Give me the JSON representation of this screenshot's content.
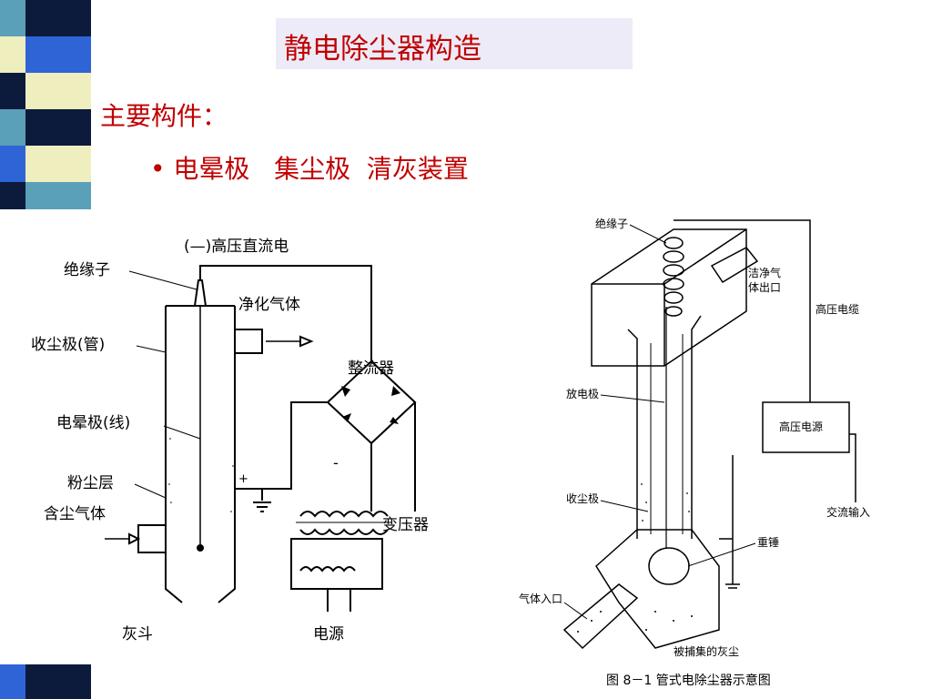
{
  "slide": {
    "title": "静电除尘器构造",
    "heading": "主要构件：",
    "bullet_prefix": "•",
    "bullet_text": "电晕极   集尘极  清灰装置"
  },
  "left_figure": {
    "labels": {
      "hv_dc": "(—)高压直流电",
      "insulator": "绝缘子",
      "clean_gas": "净化气体",
      "collector_tube": "收尘极(管)",
      "rectifier": "整流器",
      "corona_wire": "电晕极(线)",
      "dust_layer": "粉尘层",
      "dusty_gas": "含尘气体",
      "transformer": "变压器",
      "hopper": "灰斗",
      "power": "电源",
      "plus": "+",
      "minus": "-"
    }
  },
  "right_figure": {
    "labels": {
      "insulator": "绝缘子",
      "clean_gas_outlet_1": "洁净气",
      "clean_gas_outlet_2": "体出口",
      "hv_cable": "高压电缆",
      "discharge_electrode": "放电极",
      "hv_power": "高压电源",
      "collector": "收尘极",
      "ac_input": "交流输入",
      "weight": "重锤",
      "gas_inlet": "气体入口",
      "collected_dust": "被捕集的灰尘",
      "caption": "图 8－1   管式电除尘器示意图"
    }
  },
  "colors": {
    "title_bg": "#ecebf7",
    "text_red": "#c00000",
    "strip_navy": "#0c1a3c",
    "strip_blue": "#2f64d6",
    "strip_cream": "#eeeebe",
    "strip_teal": "#5aa0b8"
  }
}
